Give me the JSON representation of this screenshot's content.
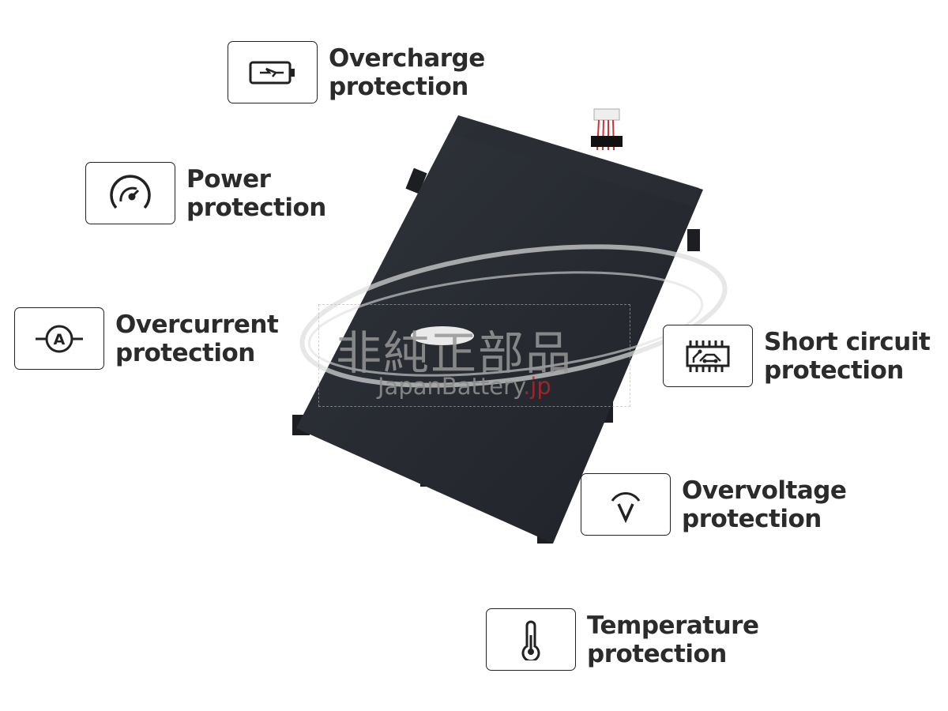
{
  "features": [
    {
      "icon": "battery-charge-icon",
      "line1": "Overcharge",
      "line2": "protection"
    },
    {
      "icon": "gauge-icon",
      "line1": "Power",
      "line2": "protection"
    },
    {
      "icon": "ammeter-icon",
      "line1": "Overcurrent",
      "line2": "protection"
    },
    {
      "icon": "circuit-chip-icon",
      "line1": "Short circuit",
      "line2": "protection"
    },
    {
      "icon": "voltage-icon",
      "line1": "Overvoltage",
      "line2": "protection"
    },
    {
      "icon": "thermometer-icon",
      "line1": "Temperature",
      "line2": "protection"
    }
  ],
  "watermark": {
    "jp": "非純正部品",
    "brand": "JapanBattery",
    "tld": ".jp"
  },
  "colors": {
    "text": "#2b2b2b",
    "battery": "#262a31",
    "watermark_accent": "#b42828"
  }
}
